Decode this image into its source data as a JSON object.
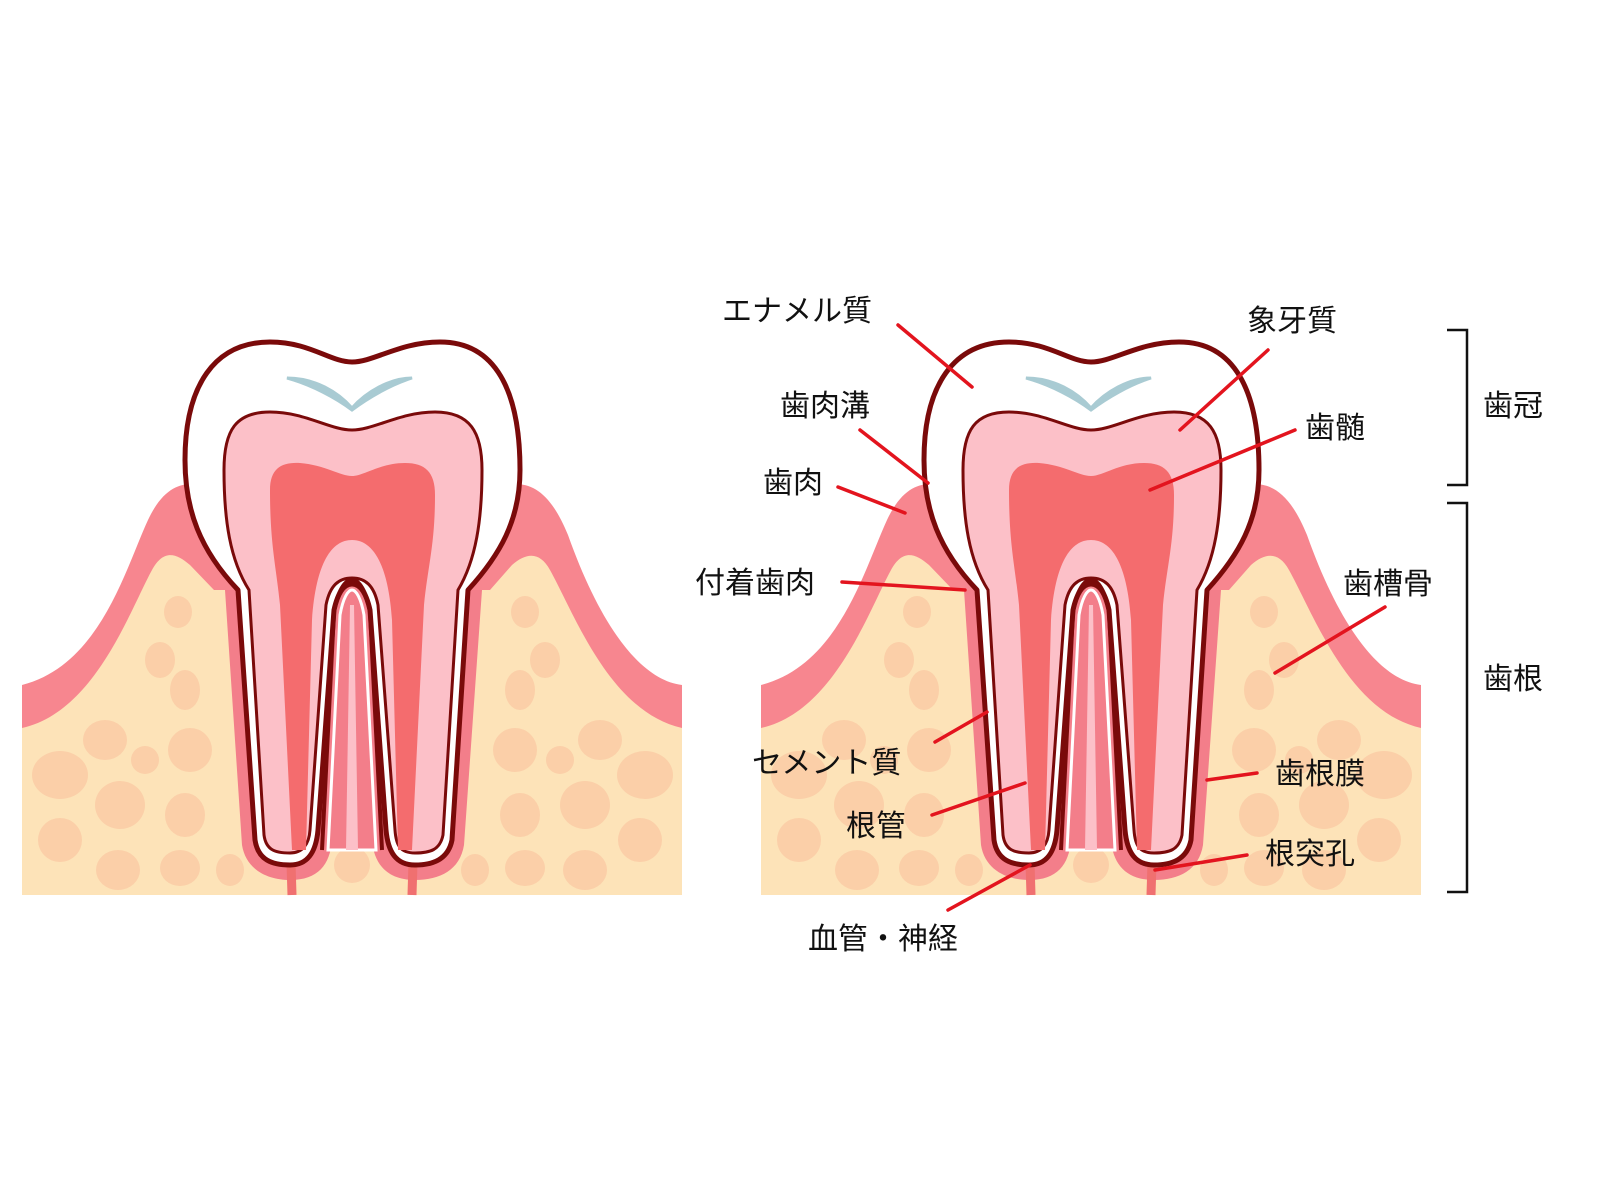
{
  "colors": {
    "outline": "#7a0a0a",
    "enamel": "#ffffff",
    "dentin": "#fcc0c8",
    "pulp": "#f46c6e",
    "gum": "#f7868f",
    "bone": "#fde3b8",
    "bone_spots": "#fbcfa8",
    "groove": "#a9cbd3",
    "pointer": "#e3141e"
  },
  "labels": {
    "enamel": "エナメル質",
    "gingival_sulcus": "歯肉溝",
    "gingiva": "歯肉",
    "attached_gingiva": "付着歯肉",
    "cementum": "セメント質",
    "root_canal": "根管",
    "vessels_nerves": "血管・神経",
    "dentin": "象牙質",
    "pulp": "歯髄",
    "alveolar_bone": "歯槽骨",
    "periodontal_ligament": "歯根膜",
    "apical_foramen": "根突孔",
    "crown": "歯冠",
    "root": "歯根"
  }
}
